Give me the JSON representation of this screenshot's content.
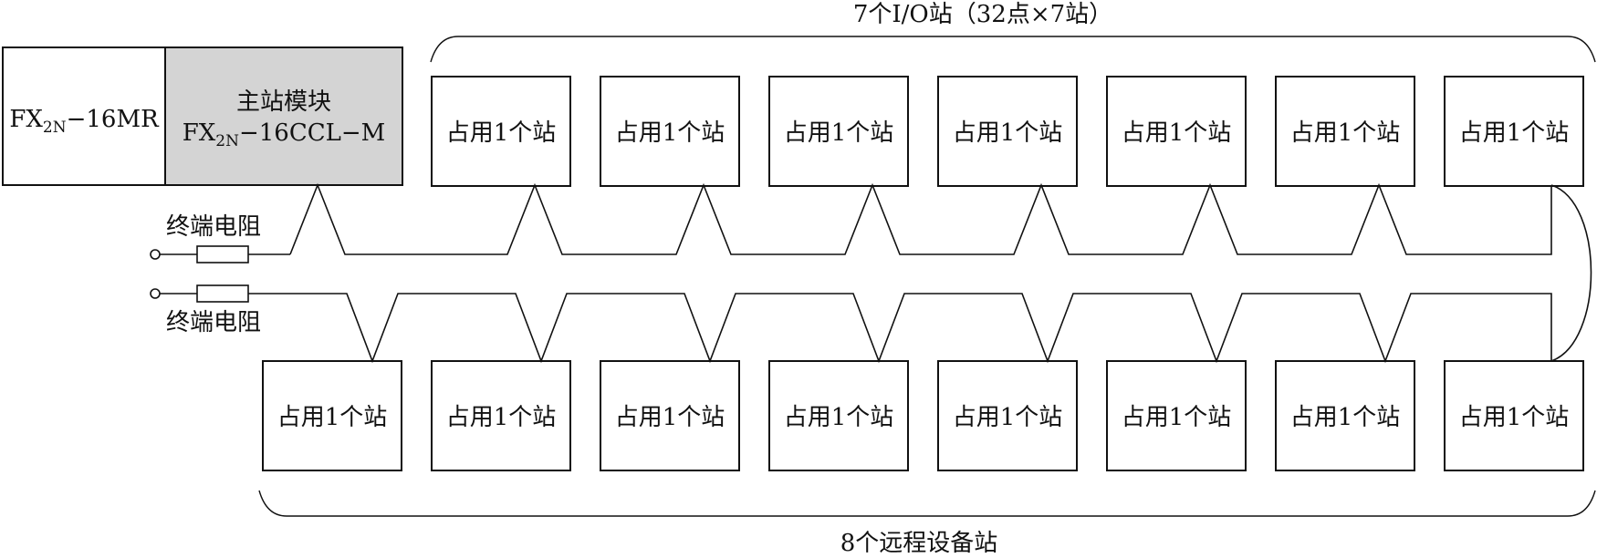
{
  "diagram": {
    "top_heading": "7个I/O站（32点×7站）",
    "bottom_heading": "8个远程设备站",
    "plc": {
      "prefix": "FX",
      "subscript": "2N",
      "suffix": "−16MR"
    },
    "master_module": {
      "title": "主站模块",
      "prefix": "FX",
      "subscript": "2N",
      "suffix": "−16CCL−M"
    },
    "station_label": "占用1个站",
    "top_station_count": 7,
    "bottom_station_count": 8,
    "terminal_resistor_top": "终端电阻",
    "terminal_resistor_bottom": "终端电阻"
  }
}
